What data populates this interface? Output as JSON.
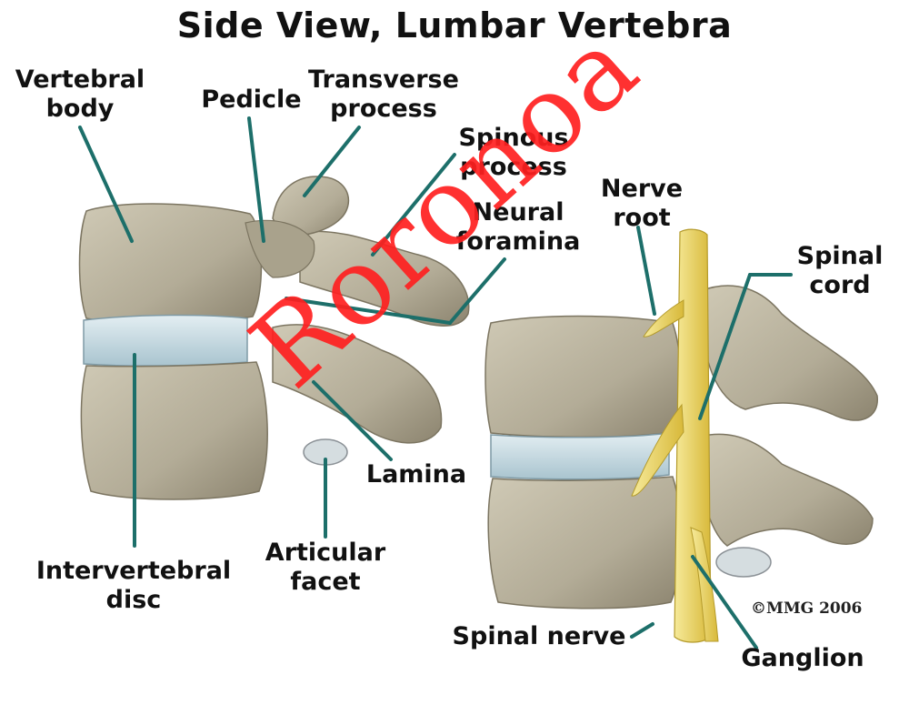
{
  "title": "Side View, Lumbar Vertebra",
  "labels": {
    "vertebral_body": "Vertebral\nbody",
    "pedicle": "Pedicle",
    "transverse_process": "Transverse\nprocess",
    "spinous_process": "Spinous\nprocess",
    "neural_foramina": "Neural\nforamina",
    "nerve_root": "Nerve\nroot",
    "spinal_cord": "Spinal\ncord",
    "lamina": "Lamina",
    "articular_facet": "Articular\nfacet",
    "intervertebral_disc": "Intervertebral\ndisc",
    "spinal_nerve": "Spinal nerve",
    "ganglion": "Ganglion"
  },
  "copyright": "©MMG 2006",
  "watermark": "Roronoa",
  "colors": {
    "bone": "#b9b29e",
    "bone_shadow": "#8f8774",
    "disc": "#c9dde6",
    "nerve": "#e9d55a",
    "leader": "#1d6f6a",
    "watermark": "#ff2020"
  }
}
